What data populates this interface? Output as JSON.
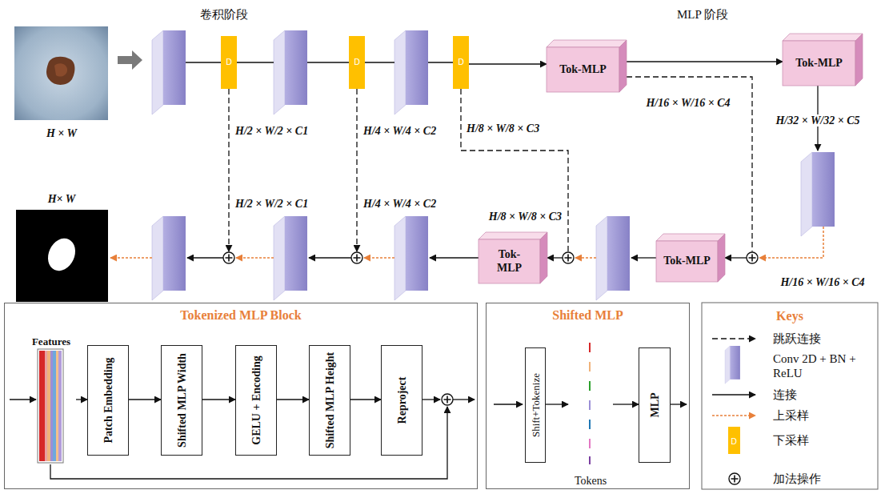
{
  "diagram": {
    "nodes": [
      {
        "text": [
          "D"
        ]
      },
      {
        "text": [
          "D"
        ]
      },
      {
        "text": [
          "D"
        ]
      },
      {
        "text": [
          "Tok-MLP"
        ]
      },
      {
        "text": [
          "Tok-MLP"
        ]
      },
      {
        "text": [
          "Tok-MLP"
        ]
      },
      {
        "text": [
          "Tok- MLP"
        ]
      },
      {
        "text": [
          "Tokenized MLP Block"
        ]
      },
      {
        "text": [
          "Features"
        ],
        "in": 7
      },
      {
        "text": [
          "Patch Embedding"
        ],
        "in": 7
      },
      {
        "text": [
          "Shifted MLP Width"
        ],
        "in": 7
      },
      {
        "text": [
          "GELU + Encoding"
        ],
        "in": 7
      },
      {
        "text": [
          "Shifted MLP Height"
        ],
        "in": 7
      },
      {
        "text": [
          "Reproject"
        ],
        "in": 7
      },
      {
        "text": [
          "Shifted MLP"
        ]
      },
      {
        "text": [
          "Shift+Tokenize"
        ],
        "in": 14
      },
      {
        "text": [
          "Tokens"
        ],
        "in": 14
      },
      {
        "text": [
          "MLP"
        ],
        "in": 14
      }
    ],
    "edges": [
      {
        "from": 2,
        "to": 3,
        "arrow": "to"
      },
      {
        "from": 3,
        "to": 4,
        "arrow": "to"
      },
      {
        "from": 3,
        "to": 5,
        "arrow": "to"
      },
      {
        "from": 2,
        "to": 6,
        "arrow": "to"
      },
      {
        "from": 8,
        "to": 9,
        "arrow": "to"
      },
      {
        "from": 9,
        "to": 10,
        "arrow": "to"
      },
      {
        "from": 10,
        "to": 11,
        "arrow": "to"
      },
      {
        "from": 11,
        "to": 12,
        "arrow": "to"
      },
      {
        "from": 12,
        "to": 13,
        "arrow": "to"
      },
      {
        "from": 15,
        "to": 16,
        "arrow": "to"
      },
      {
        "from": 16,
        "to": 17,
        "arrow": "to"
      }
    ],
    "labels": [
      "卷积阶段",
      "MLP 阶段",
      "H × W",
      "H/2 × W/2 × C1",
      "H/4 × W/4 × C2",
      "H/8 × W/8 × C3",
      "H/16 × W/16 × C4",
      "H/32 × W/32 × C5",
      "H× W",
      "H/2 × W/2 × C1",
      "H/4 × W/4 × C2",
      "H/8 × W/8 × C3",
      "H/16 × W/16 × C4",
      "Keys",
      "D"
    ],
    "legend": [
      {
        "text": "跳跃连接"
      },
      {
        "text": "Conv 2D + BN + ReLU"
      },
      {
        "text": "连接"
      },
      {
        "text": "上采样"
      },
      {
        "text": "下采样",
        "color": "#FFC000"
      },
      {
        "text": "加法操作"
      }
    ]
  }
}
